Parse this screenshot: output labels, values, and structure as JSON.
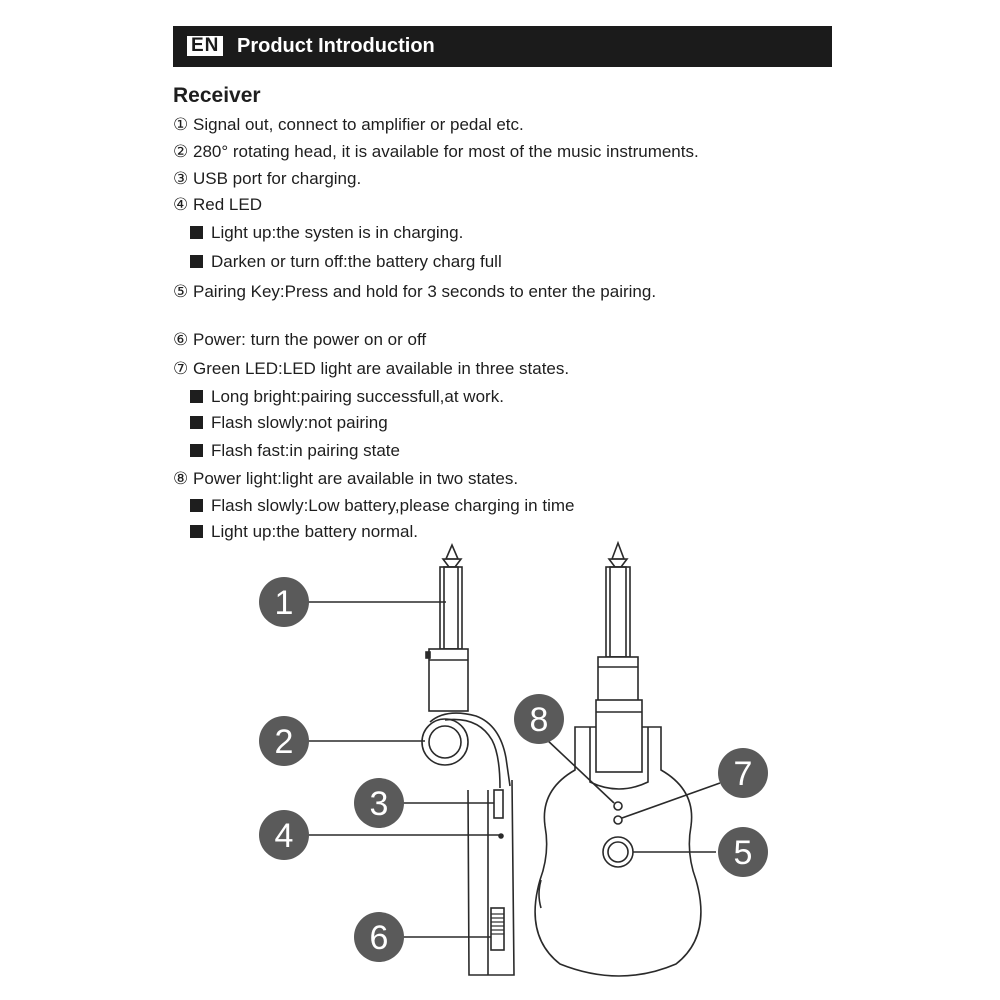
{
  "header": {
    "lang_badge": "EN",
    "title": "Product Introduction"
  },
  "section": {
    "title": "Receiver",
    "items": [
      {
        "marker": "①",
        "text": "Signal out, connect to amplifier or pedal etc."
      },
      {
        "marker": "②",
        "text": "280°  rotating head, it is available for most of the music instruments."
      },
      {
        "marker": "③",
        "text": "USB port for charging."
      },
      {
        "marker": "④",
        "text": "Red LED"
      },
      {
        "marker": "■",
        "text": "Light up:the systen is in charging."
      },
      {
        "marker": "■",
        "text": "Darken or turn off:the battery charg full"
      },
      {
        "marker": "⑤",
        "text": "Pairing Key:Press and hold for 3 seconds to enter the pairing."
      },
      {
        "marker": "⑥",
        "text": "Power: turn the power on or off"
      },
      {
        "marker": "⑦",
        "text": "Green LED:LED light are available in three states."
      },
      {
        "marker": "■",
        "text": "Long bright:pairing successfull,at work."
      },
      {
        "marker": "■",
        "text": "Flash slowly:not pairing"
      },
      {
        "marker": "■",
        "text": "Flash fast:in pairing state"
      },
      {
        "marker": "⑧",
        "text": "Power light:light are available in two states."
      },
      {
        "marker": "■",
        "text": "Flash slowly:Low battery,please charging in time"
      },
      {
        "marker": "■",
        "text": "Light up:the battery normal."
      }
    ]
  },
  "diagram": {
    "callouts": {
      "c1": "1",
      "c2": "2",
      "c3": "3",
      "c4": "4",
      "c5": "5",
      "c6": "6",
      "c7": "7",
      "c8": "8"
    },
    "colors": {
      "callout_fill": "#5a5a5a",
      "line": "#2a2a2a"
    }
  }
}
